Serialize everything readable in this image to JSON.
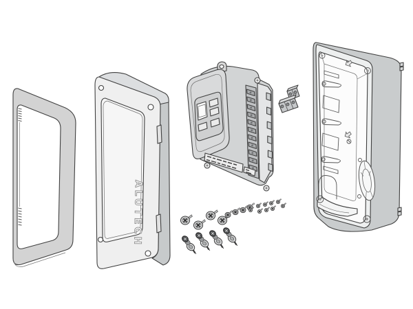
{
  "diagram": {
    "kind": "exploded-assembly-line-drawing",
    "subject": "wall-mount-control-panel",
    "background_color": "#ffffff",
    "line_color": "#3f3f3f",
    "fill_light_gray": "#d3d3d3",
    "fill_mid_gray": "#c8cbcc"
  },
  "cover": {
    "logo": "ALUTECH",
    "corner_screw_holes": 4,
    "side_slots": 2
  },
  "gasket": {
    "name": "sealing-gasket-frame"
  },
  "module": {
    "name": "control-unit-with-keypad",
    "display_windows": 1,
    "buttons": 4,
    "terminal_positions": 11,
    "label_legible": false
  },
  "plugs": {
    "blocks": 2,
    "poles_per_block": [
      2,
      3
    ]
  },
  "enclosure": {
    "name": "rear-mounting-box",
    "rect_knockouts": 2,
    "cable_guides": 3,
    "round_knockout": 1,
    "corner_bosses": 4
  },
  "screws": {
    "large_pan_head": 4,
    "medium_self_tapping": 4,
    "small_terminal": 9,
    "with_sealing_washer": 4
  }
}
